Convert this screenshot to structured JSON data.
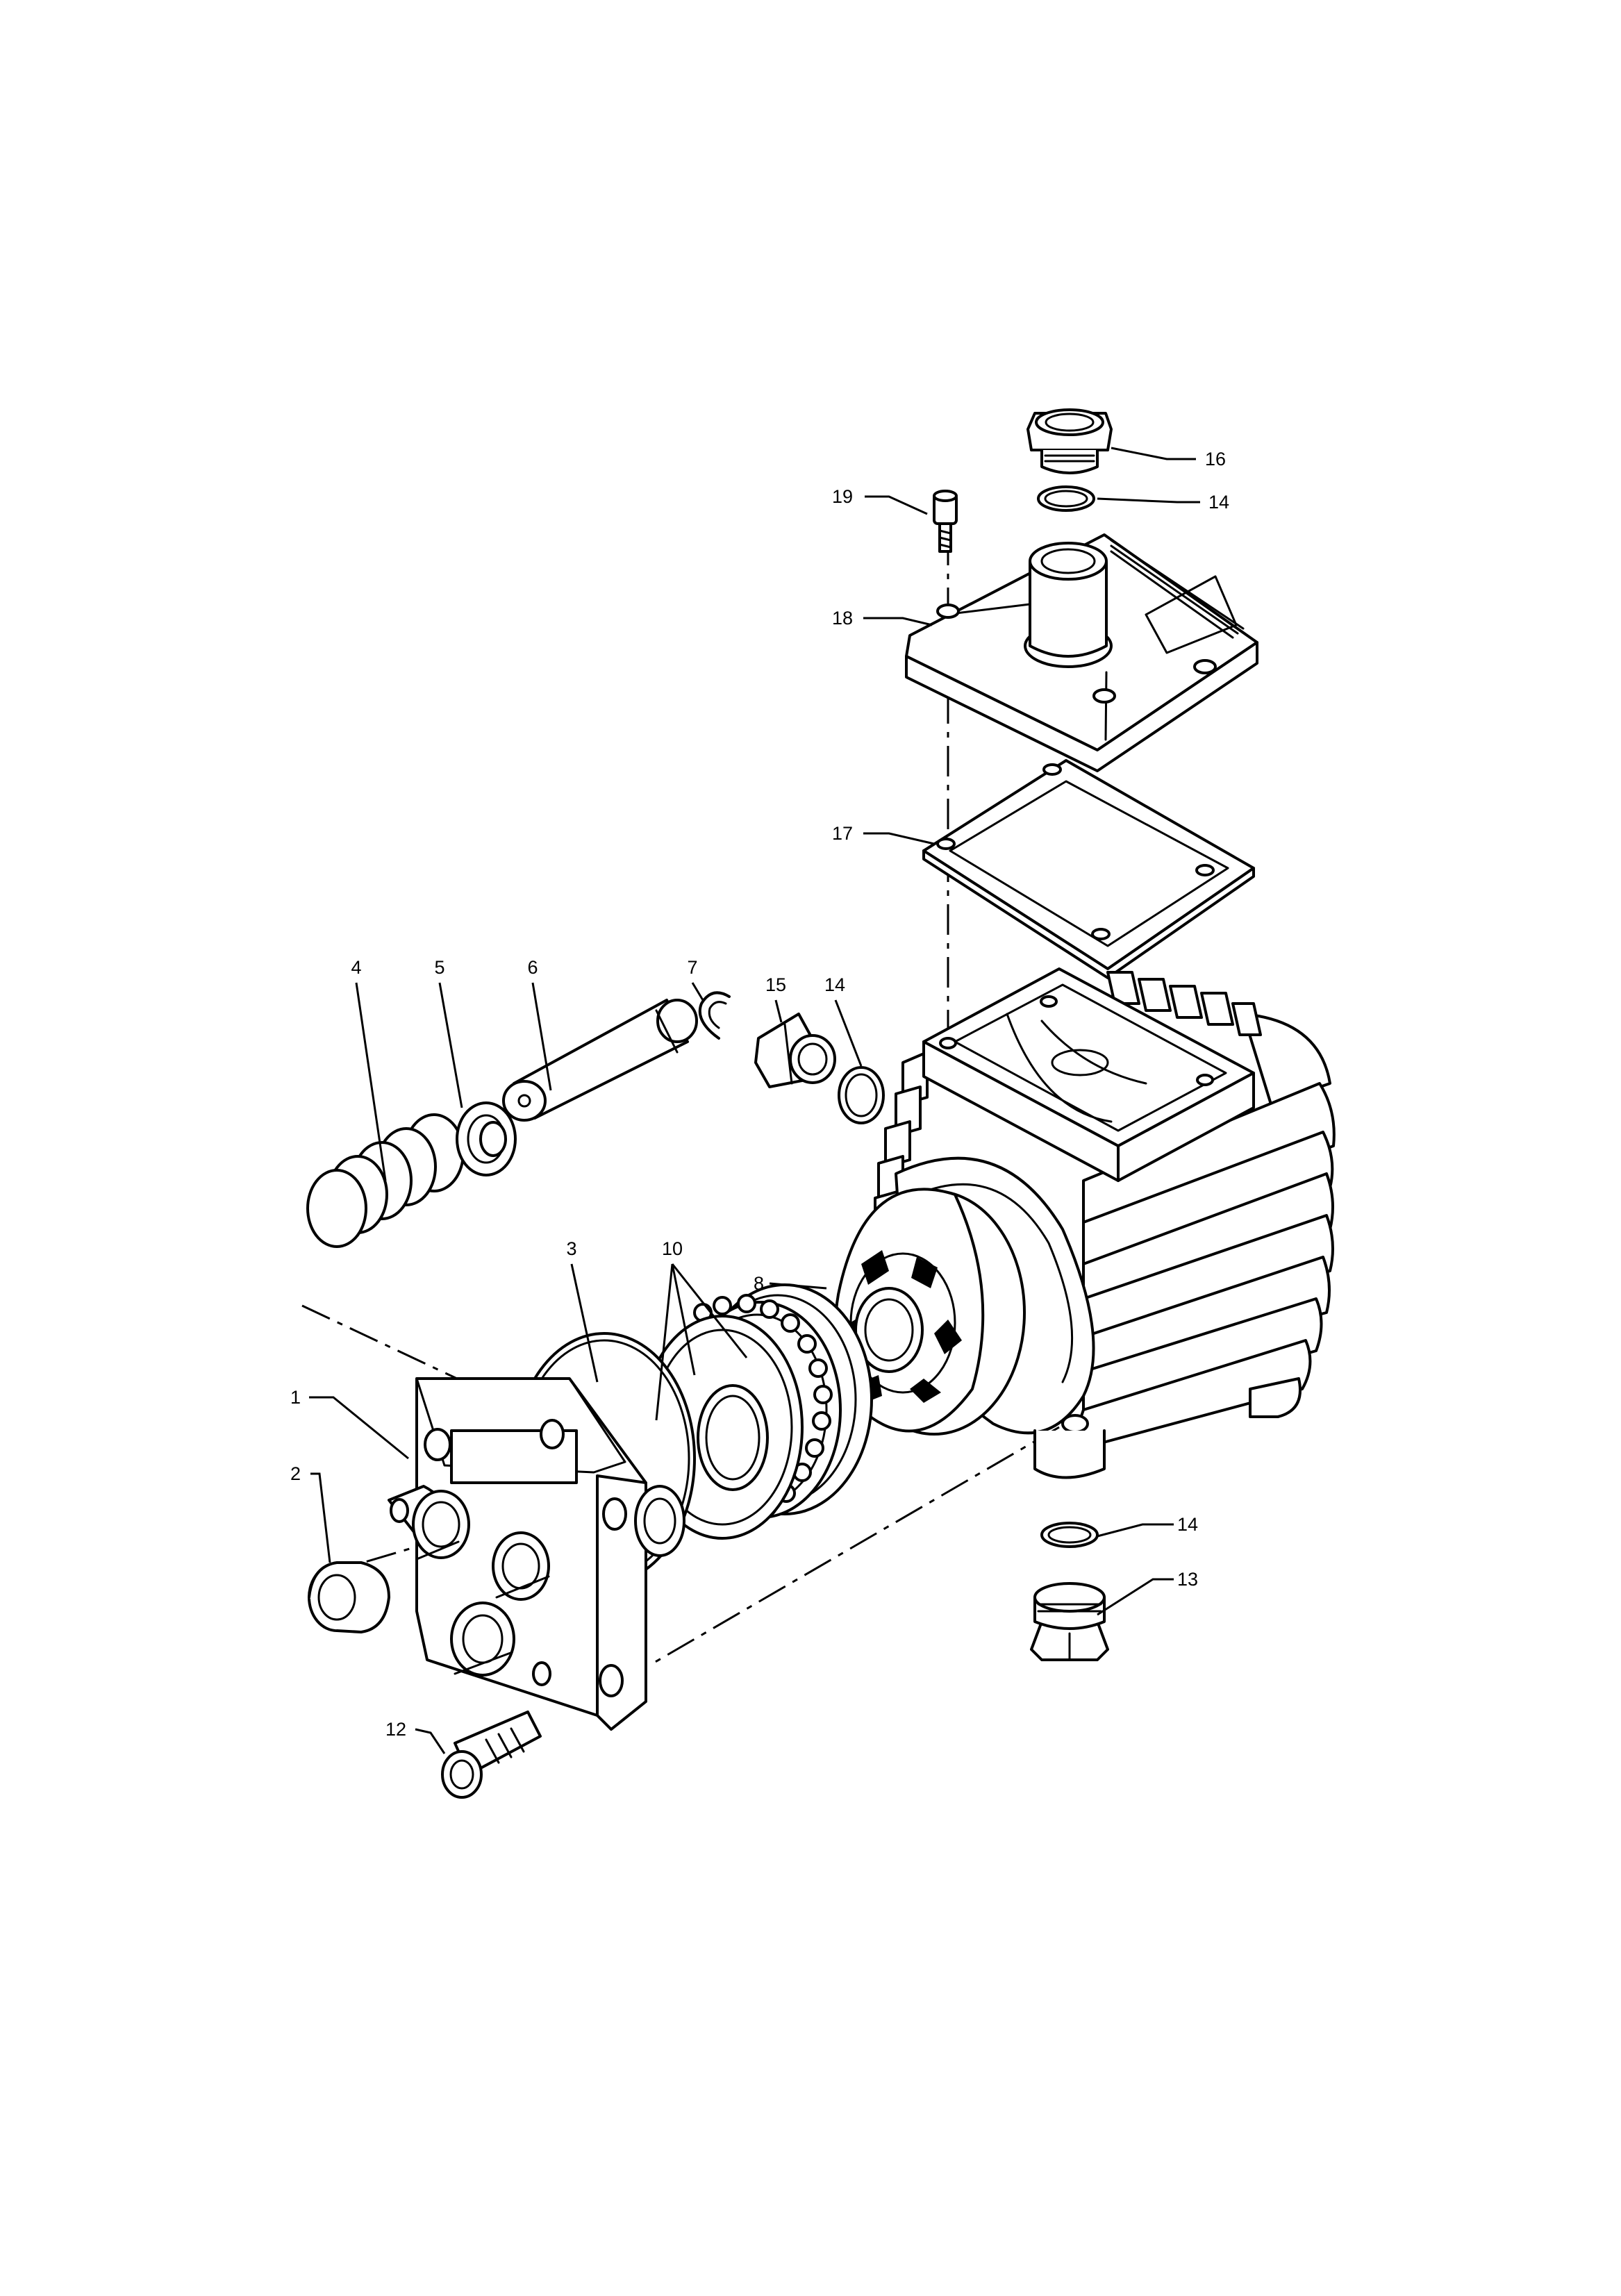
{
  "callouts": [
    {
      "id": "1",
      "text": "1"
    },
    {
      "id": "2",
      "text": "2"
    },
    {
      "id": "3",
      "text": "3"
    },
    {
      "id": "4",
      "text": "4"
    },
    {
      "id": "5",
      "text": "5"
    },
    {
      "id": "6",
      "text": "6"
    },
    {
      "id": "7",
      "text": "7"
    },
    {
      "id": "8",
      "text": "8"
    },
    {
      "id": "10",
      "text": "10"
    },
    {
      "id": "12",
      "text": "12"
    },
    {
      "id": "13",
      "text": "13"
    },
    {
      "id": "14a",
      "text": "14"
    },
    {
      "id": "14b",
      "text": "14"
    },
    {
      "id": "14c",
      "text": "14"
    },
    {
      "id": "15",
      "text": "15"
    },
    {
      "id": "16",
      "text": "16"
    },
    {
      "id": "17",
      "text": "17"
    },
    {
      "id": "18",
      "text": "18"
    },
    {
      "id": "19",
      "text": "19"
    }
  ],
  "colors": {
    "ink": "#000000",
    "paper": "#ffffff"
  }
}
